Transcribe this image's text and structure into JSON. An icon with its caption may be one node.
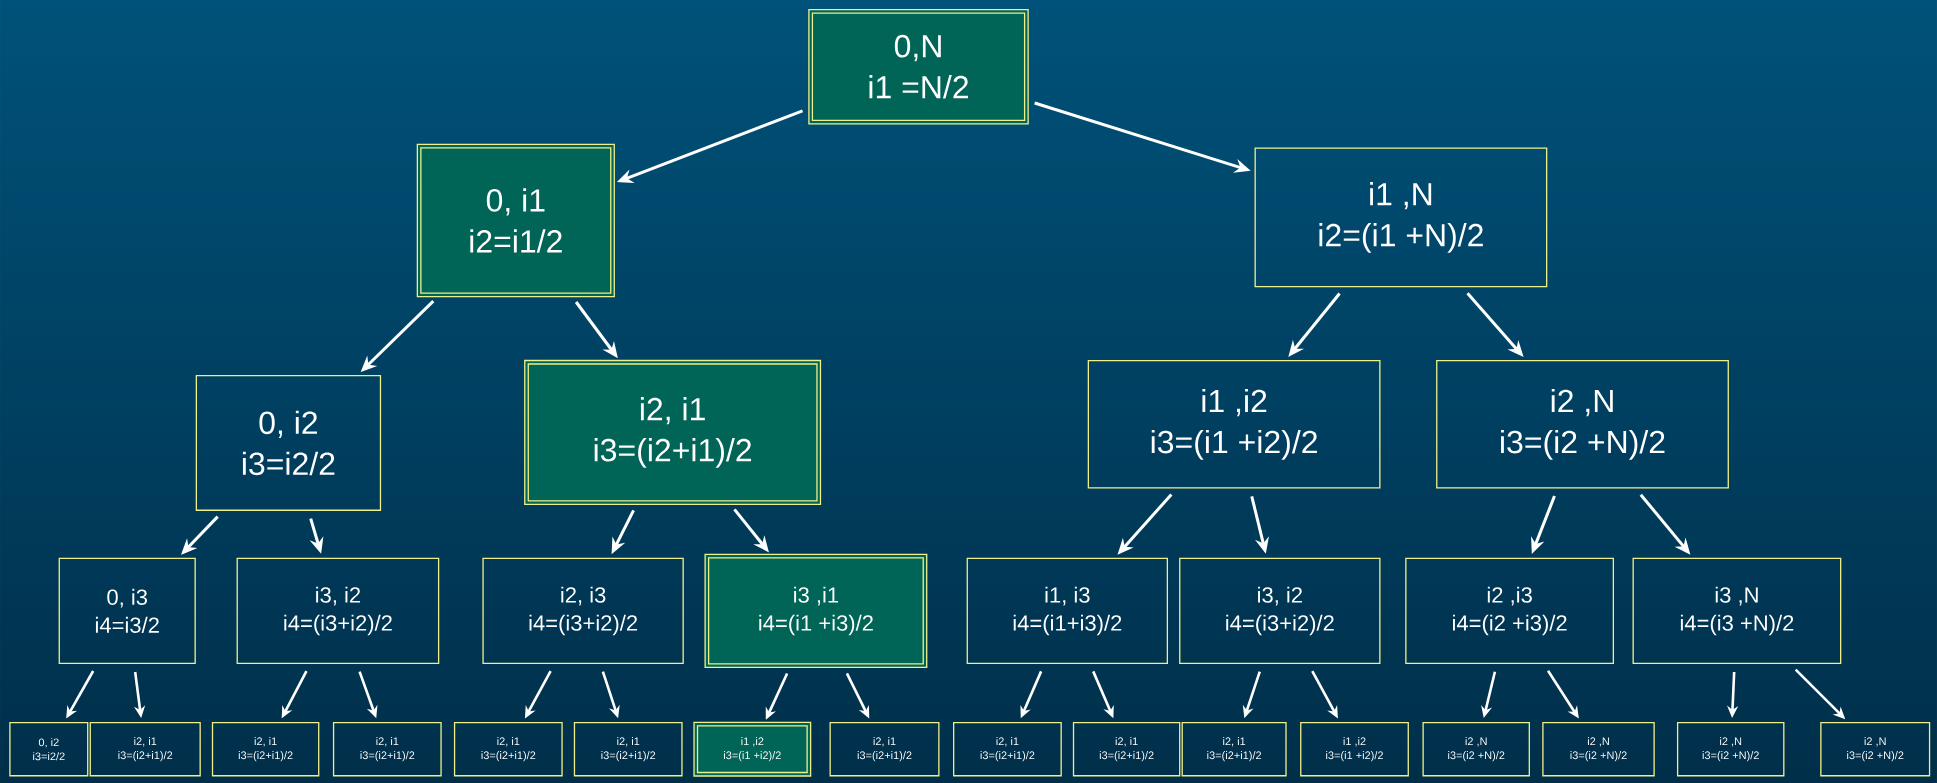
{
  "diagram": {
    "nodes": [
      {
        "text": [
          "0,N",
          "i1 =N/2"
        ]
      },
      {
        "text": [
          "0, i1",
          "i2=i1/2"
        ]
      },
      {
        "text": [
          "i1 ,N",
          "i2=(i1 +N)/2"
        ]
      },
      {
        "text": [
          "0, i2",
          "i3=i2/2"
        ]
      },
      {
        "text": [
          "i2, i1",
          "i3=(i2+i1)/2"
        ]
      },
      {
        "text": [
          "i1 ,i2",
          "i3=(i1 +i2)/2"
        ]
      },
      {
        "text": [
          "i2 ,N",
          "i3=(i2 +N)/2"
        ]
      },
      {
        "text": [
          "0, i3",
          "i4=i3/2"
        ]
      },
      {
        "text": [
          "i3, i2",
          "i4=(i3+i2)/2"
        ]
      },
      {
        "text": [
          "i2, i3",
          "i4=(i3+i2)/2"
        ]
      },
      {
        "text": [
          "i3 ,i1",
          "i4=(i1 +i3)/2"
        ]
      },
      {
        "text": [
          "i1, i3",
          "i4=(i1+i3)/2"
        ]
      },
      {
        "text": [
          "i3, i2",
          "i4=(i3+i2)/2"
        ]
      },
      {
        "text": [
          "i2 ,i3",
          "i4=(i2 +i3)/2"
        ]
      },
      {
        "text": [
          "i3 ,N",
          "i4=(i3 +N)/2"
        ]
      },
      {
        "text": [
          "0, i2",
          "i3=i2/2"
        ]
      },
      {
        "text": [
          "i2, i1",
          "i3=(i2+i1)/2"
        ]
      },
      {
        "text": [
          "i2, i1",
          "i3=(i2+i1)/2"
        ]
      },
      {
        "text": [
          "i2, i1",
          "i3=(i2+i1)/2"
        ]
      },
      {
        "text": [
          "i2, i1",
          "i3=(i2+i1)/2"
        ]
      },
      {
        "text": [
          "i2, i1",
          "i3=(i2+i1)/2"
        ]
      },
      {
        "text": [
          "i1 ,i2",
          "i3=(i1 +i2)/2"
        ]
      },
      {
        "text": [
          "i2, i1",
          "i3=(i2+i1)/2"
        ]
      },
      {
        "text": [
          "i2, i1",
          "i3=(i2+i1)/2"
        ]
      },
      {
        "text": [
          "i2, i1",
          "i3=(i2+i1)/2"
        ]
      },
      {
        "text": [
          "i2, i1",
          "i3=(i2+i1)/2"
        ]
      },
      {
        "text": [
          "i1 ,i2",
          "i3=(i1 +i2)/2"
        ]
      },
      {
        "text": [
          "i2 ,N",
          "i3=(i2 +N)/2"
        ]
      },
      {
        "text": [
          "i2 ,N",
          "i3=(i2 +N)/2"
        ]
      },
      {
        "text": [
          "i2 ,N",
          "i3=(i2 +N)/2"
        ]
      },
      {
        "text": [
          "i2 ,N",
          "i3=(i2 +N)/2"
        ]
      }
    ],
    "edges": [
      {
        "from": 0,
        "to": 1,
        "arrow": "to"
      },
      {
        "from": 0,
        "to": 2,
        "arrow": "to"
      },
      {
        "from": 1,
        "to": 3,
        "arrow": "to"
      },
      {
        "from": 1,
        "to": 4,
        "arrow": "to"
      },
      {
        "from": 2,
        "to": 5,
        "arrow": "to"
      },
      {
        "from": 2,
        "to": 6,
        "arrow": "to"
      },
      {
        "from": 3,
        "to": 7,
        "arrow": "to"
      },
      {
        "from": 3,
        "to": 8,
        "arrow": "to"
      },
      {
        "from": 4,
        "to": 9,
        "arrow": "to"
      },
      {
        "from": 4,
        "to": 10,
        "arrow": "to"
      },
      {
        "from": 5,
        "to": 11,
        "arrow": "to"
      },
      {
        "from": 5,
        "to": 12,
        "arrow": "to"
      },
      {
        "from": 6,
        "to": 13,
        "arrow": "to"
      },
      {
        "from": 6,
        "to": 14,
        "arrow": "to"
      },
      {
        "from": 7,
        "to": 15,
        "arrow": "to"
      },
      {
        "from": 7,
        "to": 16,
        "arrow": "to"
      },
      {
        "from": 8,
        "to": 17,
        "arrow": "to"
      },
      {
        "from": 8,
        "to": 18,
        "arrow": "to"
      },
      {
        "from": 9,
        "to": 19,
        "arrow": "to"
      },
      {
        "from": 9,
        "to": 20,
        "arrow": "to"
      },
      {
        "from": 10,
        "to": 21,
        "arrow": "to"
      },
      {
        "from": 10,
        "to": 22,
        "arrow": "to"
      },
      {
        "from": 11,
        "to": 23,
        "arrow": "to"
      },
      {
        "from": 11,
        "to": 24,
        "arrow": "to"
      },
      {
        "from": 12,
        "to": 25,
        "arrow": "to"
      },
      {
        "from": 12,
        "to": 26,
        "arrow": "to"
      },
      {
        "from": 13,
        "to": 27,
        "arrow": "to"
      },
      {
        "from": 13,
        "to": 28,
        "arrow": "to"
      },
      {
        "from": 14,
        "to": 29,
        "arrow": "to"
      },
      {
        "from": 14,
        "to": 30,
        "arrow": "to"
      }
    ]
  }
}
